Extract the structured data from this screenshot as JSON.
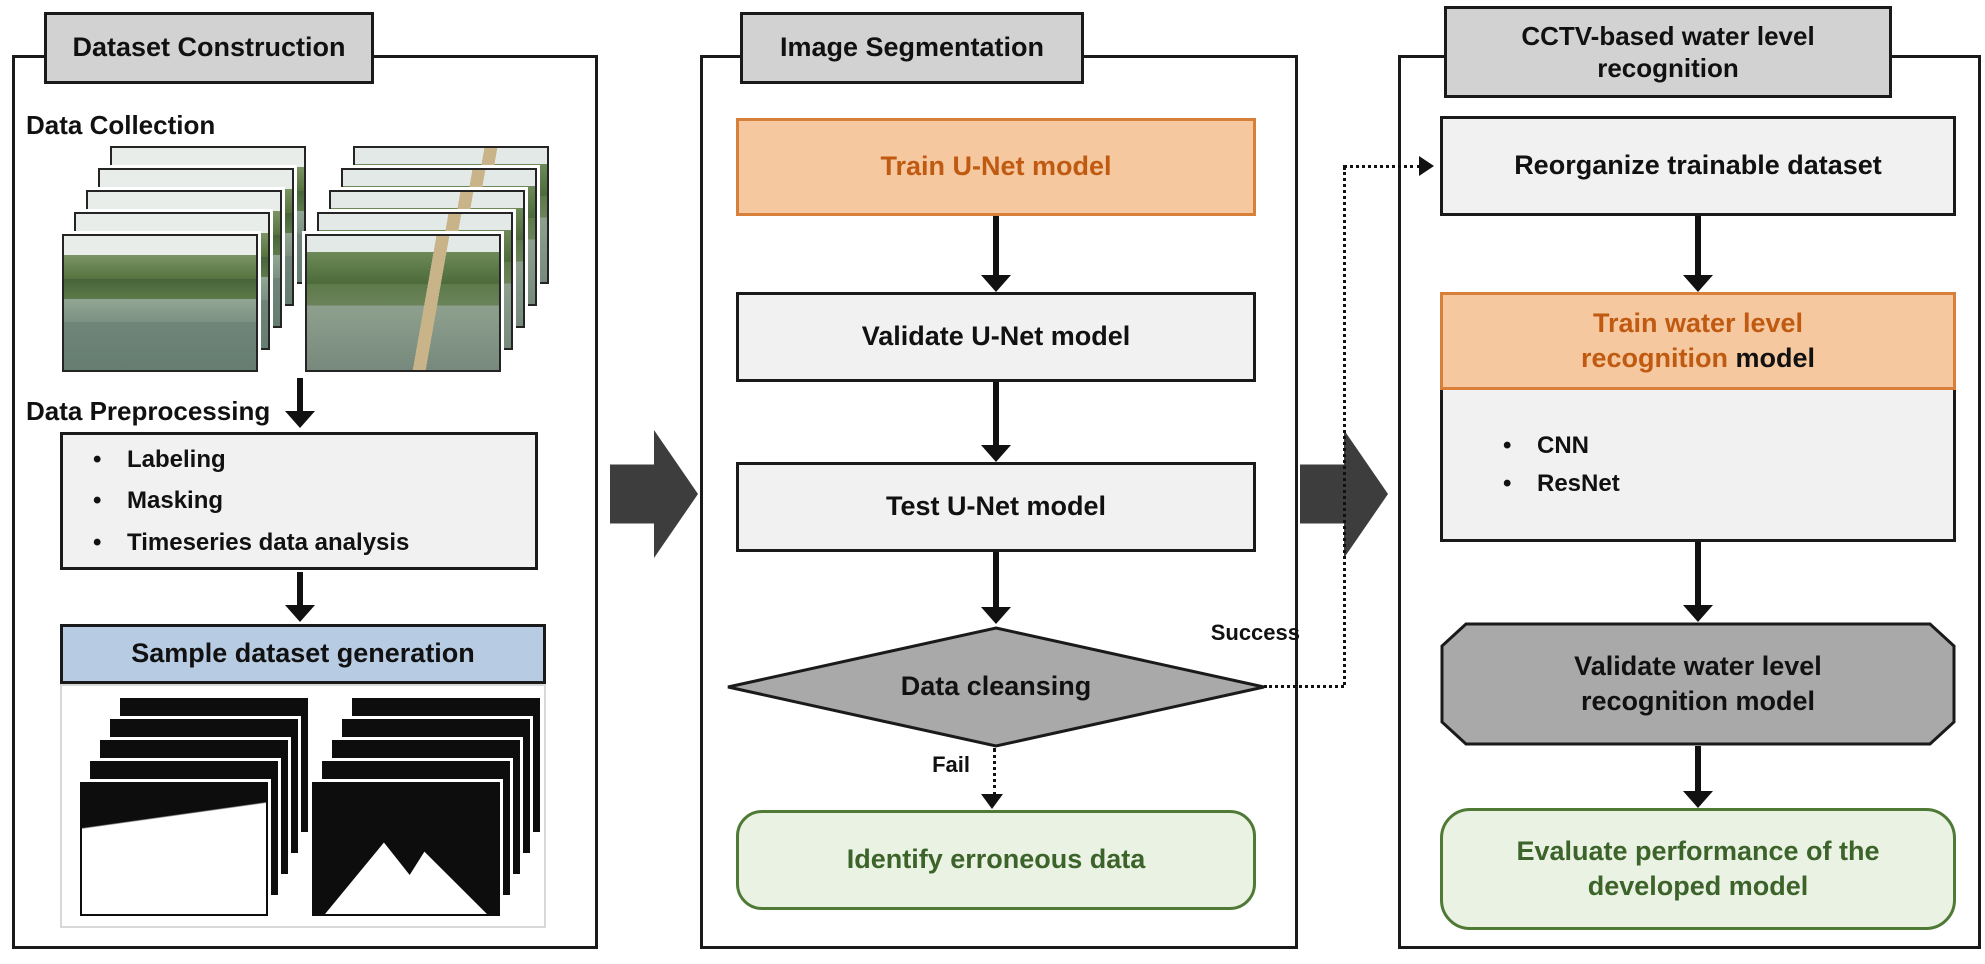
{
  "diagram": {
    "dataset": {
      "title": "Dataset Construction",
      "collection_label": "Data Collection",
      "preprocessing_label": "Data Preprocessing",
      "preprocessing_items": [
        "Labeling",
        "Masking",
        "Timeseries data analysis"
      ],
      "sample_generation_label": "Sample dataset generation"
    },
    "segmentation": {
      "title": "Image Segmentation",
      "train": "Train U-Net model",
      "validate": "Validate U-Net model",
      "test": "Test U-Net model",
      "decision": "Data cleansing",
      "success": "Success",
      "fail": "Fail",
      "identify": "Identify erroneous data"
    },
    "recognition": {
      "title": "CCTV-based water level recognition",
      "reorganize": "Reorganize trainable dataset",
      "train_colored": "Train water level recognition",
      "train_dark": " model",
      "model_items": [
        "CNN",
        "ResNet"
      ],
      "validate": "Validate water level recognition model",
      "evaluate": "Evaluate performance of the developed model"
    },
    "colors": {
      "panel_border": "#1a1a1a",
      "title_bg": "#d2d2d2",
      "step_bg": "#f1f1f1",
      "orange_bg": "#f5c8a0",
      "orange_border": "#d87f3a",
      "orange_text": "#c05a11",
      "blue_bg": "#b7cbe2",
      "gray_shape": "#a9a9a9",
      "green_bg": "#eaf2e3",
      "green_border": "#4f7a35",
      "green_text": "#3c632a",
      "connector_arrow": "#3d3d3d"
    }
  }
}
